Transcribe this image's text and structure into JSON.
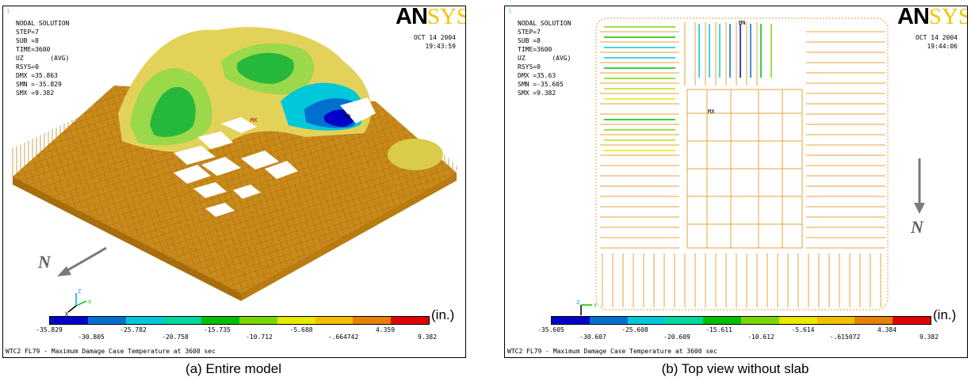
{
  "panel_a": {
    "corner_mark": "1",
    "info_lines": [
      "NODAL SOLUTION",
      "",
      "STEP=7",
      "SUB =8",
      "TIME=3600",
      "UZ       (AVG)",
      "RSYS=0",
      "DMX =35.863",
      "SMN =-35.829",
      "SMX =9.382"
    ],
    "date": "OCT 14 2004",
    "time": "19:43:59",
    "logo_an": "AN",
    "logo_sys": "SYS",
    "colorbar_labels": [
      "-35.829",
      "-30.805",
      "-25.782",
      "-20.758",
      "-15.735",
      "-10.712",
      "-5.688",
      "-.664742",
      "4.359",
      "9.382"
    ],
    "footer": "WTC2 FL79 - Maximum Damage Case Temperature at 3600 sec",
    "unit": "(in.)",
    "north": "N",
    "mn_label": "MN",
    "mx_label": "MX",
    "caption": "(a) Entire model"
  },
  "panel_b": {
    "corner_mark": "1",
    "info_lines": [
      "NODAL SOLUTION",
      "",
      "STEP=7",
      "SUB =8",
      "TIME=3600",
      "UZ       (AVG)",
      "RSYS=0",
      "DMX =35.63",
      "SMN =-35.605",
      "SMX =9.382"
    ],
    "date": "OCT 14 2004",
    "time": "19:44:06",
    "logo_an": "AN",
    "logo_sys": "SYS",
    "colorbar_labels": [
      "-35.605",
      "-30.607",
      "-25.608",
      "-20.609",
      "-15.611",
      "-10.612",
      "-5.614",
      "-.615072",
      "4.384",
      "9.382"
    ],
    "footer": "WTC2 FL79 - Maximum Damage Case Temperature at 3600 sec",
    "unit": "(in.)",
    "north": "N",
    "mn_label": "MN",
    "mx_label": "MX",
    "caption": "(b) Top view without slab"
  },
  "colors": {
    "contour": [
      "#0000c8",
      "#0070d0",
      "#00c8d8",
      "#00d8a0",
      "#00c000",
      "#7ad800",
      "#e8e800",
      "#f0c000",
      "#e88000",
      "#e00000"
    ],
    "model_orange": "#c98a1a",
    "model_light": "#d9a441",
    "arrow_gray": "#7a7a7a"
  }
}
